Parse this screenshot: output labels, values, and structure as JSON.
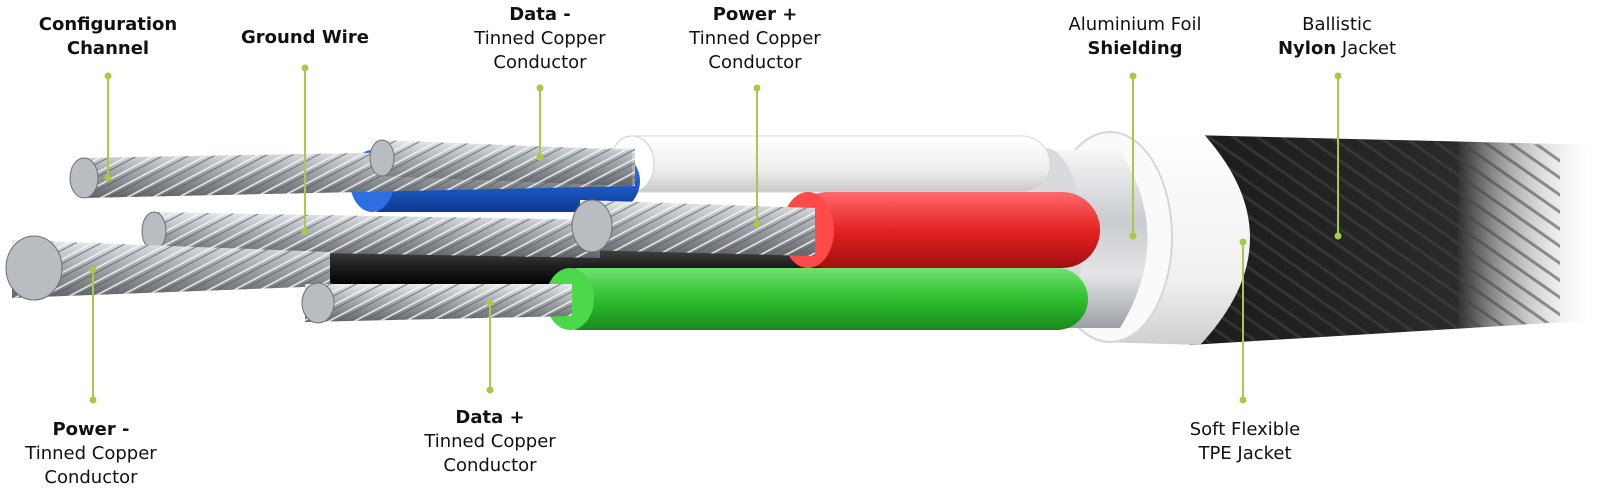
{
  "colors": {
    "leader": "#a8c94a",
    "wire_data_minus": "#1f5fd1",
    "wire_power_plus": "#e52222",
    "wire_data_plus": "#2fbf2f",
    "wire_power_minus": "#202020",
    "wire_config": "#f2f2f2",
    "tpe_jacket": "#f4f4f4",
    "nylon_jacket": "#1d1d1d",
    "strand": "#9ea3a8"
  },
  "labels": {
    "config": {
      "bold1": "Configuration",
      "bold2": "Channel"
    },
    "ground": {
      "bold": "Ground Wire"
    },
    "data_minus": {
      "bold": "Data -",
      "l1": "Tinned Copper",
      "l2": "Conductor"
    },
    "power_plus": {
      "bold": "Power +",
      "l1": "Tinned Copper",
      "l2": "Conductor"
    },
    "foil": {
      "l1": "Aluminium Foil",
      "bold": "Shielding"
    },
    "nylon": {
      "l1": "Ballistic",
      "bold": "Nylon",
      "rest": " Jacket"
    },
    "power_minus": {
      "bold": "Power -",
      "l1": "Tinned Copper",
      "l2": "Conductor"
    },
    "data_plus": {
      "bold": "Data +",
      "l1": "Tinned Copper",
      "l2": "Conductor"
    },
    "tpe": {
      "l1": "Soft Flexible",
      "l2": "TPE Jacket"
    }
  }
}
